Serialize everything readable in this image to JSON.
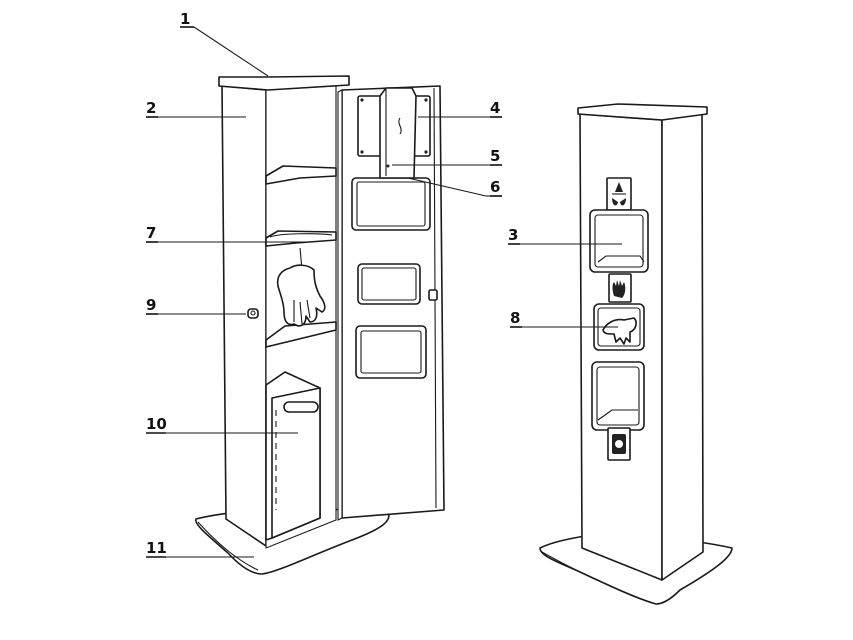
{
  "callouts": [
    {
      "id": "1",
      "text": "1"
    },
    {
      "id": "2",
      "text": "2"
    },
    {
      "id": "3",
      "text": "3"
    },
    {
      "id": "4",
      "text": "4"
    },
    {
      "id": "5",
      "text": "5"
    },
    {
      "id": "6",
      "text": "6"
    },
    {
      "id": "7",
      "text": "7"
    },
    {
      "id": "8",
      "text": "8"
    },
    {
      "id": "9",
      "text": "9"
    },
    {
      "id": "10",
      "text": "10"
    },
    {
      "id": "11",
      "text": "11"
    }
  ],
  "colors": {
    "ink": "#1a1a1a",
    "background": "#ffffff"
  },
  "icons": [
    "sanitizer-drop-icon",
    "glove-icon",
    "waste-bin-icon"
  ]
}
